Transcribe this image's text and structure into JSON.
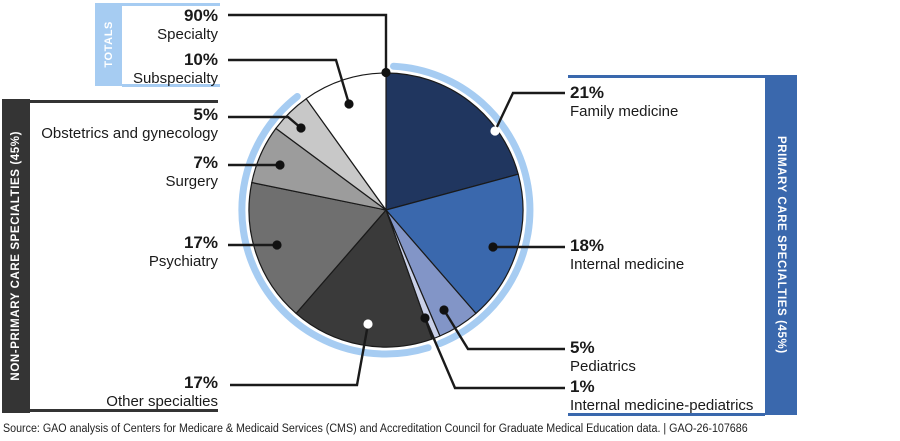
{
  "chart_data": {
    "type": "pie",
    "title": "",
    "legend_position": "callouts",
    "ring_color": "#a6ccf2",
    "slices": [
      {
        "label": "Family medicine",
        "pct": "21%",
        "value": 21,
        "color": "#20365f",
        "group": "primary"
      },
      {
        "label": "Internal medicine",
        "pct": "18%",
        "value": 18,
        "color": "#3a68ad",
        "group": "primary"
      },
      {
        "label": "Pediatrics",
        "pct": "5%",
        "value": 5,
        "color": "#8295c7",
        "group": "primary"
      },
      {
        "label": "Internal medicine-pediatrics",
        "pct": "1%",
        "value": 1,
        "color": "#c9d0e8",
        "group": "primary"
      },
      {
        "label": "Other specialties",
        "pct": "17%",
        "value": 17,
        "color": "#3a3a3a",
        "group": "non_primary"
      },
      {
        "label": "Psychiatry",
        "pct": "17%",
        "value": 17,
        "color": "#6f6f6f",
        "group": "non_primary"
      },
      {
        "label": "Surgery",
        "pct": "7%",
        "value": 7,
        "color": "#9c9c9c",
        "group": "non_primary"
      },
      {
        "label": "Obstetrics and gynecology",
        "pct": "5%",
        "value": 5,
        "color": "#c8c8c8",
        "group": "non_primary"
      },
      {
        "label": "Subspecialty",
        "pct": "10%",
        "value": 10,
        "color": "#ffffff",
        "group": "totals"
      }
    ],
    "totals": [
      {
        "pct": "90%",
        "label": "Specialty"
      },
      {
        "pct": "10%",
        "label": "Subspecialty"
      }
    ],
    "groups": {
      "totals": {
        "label": "TOTALS",
        "color": "#a6ccf2"
      },
      "non_primary": {
        "label": "NON-PRIMARY CARE SPECIALTIES (45%)",
        "color": "#343434"
      },
      "primary": {
        "label": "PRIMARY CARE SPECIALTIES (45%)",
        "color": "#3a68ad"
      }
    }
  },
  "source": "Source: GAO analysis of Centers for Medicare & Medicaid Services (CMS) and Accreditation Council for Graduate Medical Education data.  |  GAO-26-107686"
}
